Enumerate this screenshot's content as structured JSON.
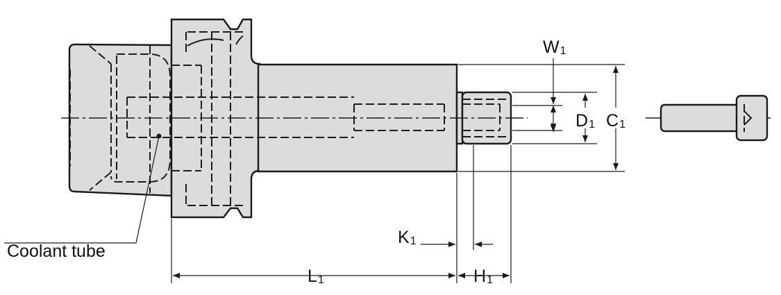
{
  "labels": {
    "coolant_tube": "Coolant tube",
    "w": "W",
    "w_sub": "1",
    "d": "D",
    "d_sub": "1",
    "c": "C",
    "c_sub": "1",
    "k": "K",
    "k_sub": "1",
    "l": "L",
    "l_sub": "1",
    "h": "H",
    "h_sub": "1"
  },
  "colors": {
    "body": "#dcdcdc",
    "line": "#1a1a1a"
  }
}
